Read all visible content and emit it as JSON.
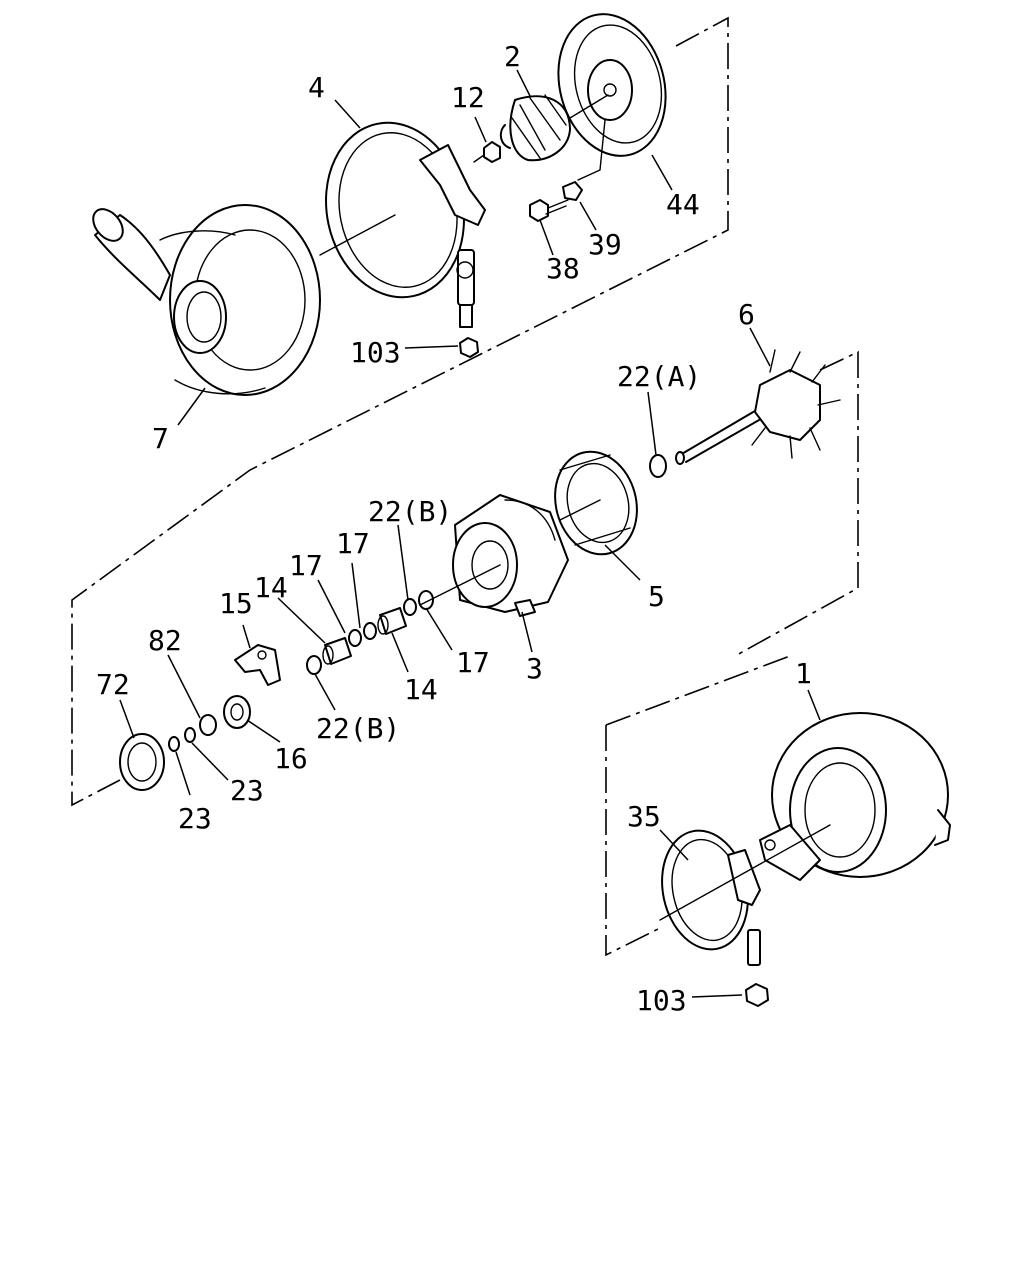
{
  "callouts": {
    "c1": "1",
    "c2": "2",
    "c3": "3",
    "c4": "4",
    "c5": "5",
    "c6": "6",
    "c7": "7",
    "c12": "12",
    "c14a": "14",
    "c14b": "14",
    "c15": "15",
    "c16": "16",
    "c17a": "17",
    "c17b": "17",
    "c22a": "22(A)",
    "c22b1": "22(B)",
    "c22b2": "22(B)",
    "c23a": "23",
    "c23b": "23",
    "c35": "35",
    "c38": "38",
    "c39": "39",
    "c44": "44",
    "c72": "72",
    "c82": "82",
    "c103a": "103",
    "c103b": "103"
  }
}
